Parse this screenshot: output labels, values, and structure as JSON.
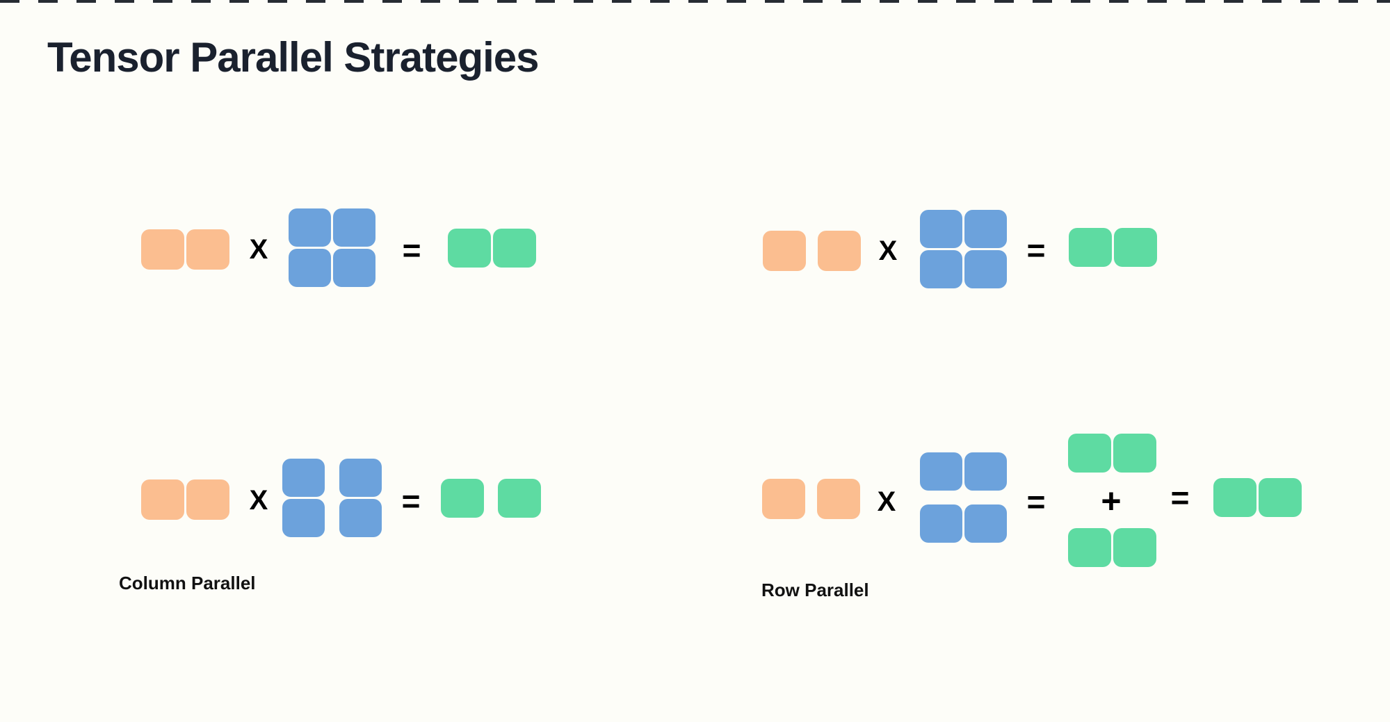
{
  "labels": {
    "title": "Tensor Parallel Strategies",
    "column_parallel": "Column Parallel",
    "row_parallel": "Row Parallel"
  },
  "operators": {
    "multiply": "X",
    "equals": "=",
    "plus": "+"
  },
  "colors": {
    "background": "#FDFDF8",
    "title_text": "#1A212E",
    "label_text": "#111111",
    "operator_text": "#000000",
    "input_tile_orange": "#FBBE90",
    "weight_tile_blue": "#6CA2DC",
    "output_tile_green": "#5EDBA2",
    "top_strip_dash": "#272C33"
  },
  "figure": {
    "panels": [
      {
        "position": "top-left",
        "input_tiles": 2,
        "weight_tiles": "2x2",
        "output_tiles": 2,
        "input_split": "none",
        "weight_split": "none",
        "output_split": "none"
      },
      {
        "position": "top-right",
        "input_tiles": 2,
        "weight_tiles": "2x2",
        "output_tiles": 2,
        "input_split": "gap",
        "weight_split": "none",
        "output_split": "none"
      },
      {
        "position": "bottom-left",
        "label": "Column Parallel",
        "input_tiles": 2,
        "weight_tiles": "2x2",
        "output_tiles": 2,
        "input_split": "none",
        "weight_split": "columns",
        "output_split": "columns"
      },
      {
        "position": "bottom-right",
        "label": "Row Parallel",
        "input_tiles": 2,
        "weight_tiles": "2x2",
        "partial_output_tiles": 4,
        "output_tiles": 2,
        "input_split": "gap",
        "weight_split": "rows",
        "output_split": "partials-summed"
      }
    ]
  }
}
